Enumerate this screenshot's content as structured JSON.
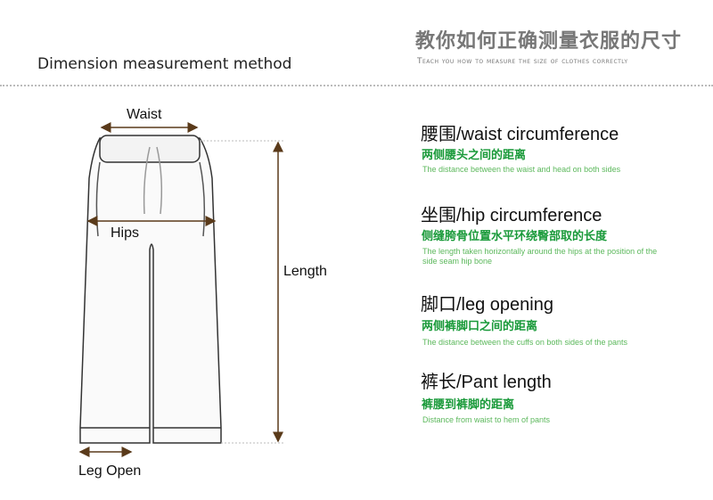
{
  "header": {
    "title": "Dimension measurement method",
    "cn_title": "教你如何正确测量衣服的尺寸",
    "en_title": "Teach you how to measure the size of clothes correctly"
  },
  "diagram_labels": {
    "waist": "Waist",
    "hips": "Hips",
    "length": "Length",
    "leg_open": "Leg Open"
  },
  "sections": [
    {
      "heading": "腰围/waist circumference",
      "cn": "两侧腰头之间的距离",
      "en": "The distance between the waist and head on both sides"
    },
    {
      "heading": "坐围/hip circumference",
      "cn": "侧缝胯骨位置水平环绕臀部取的长度",
      "en": "The length taken horizontally around the hips at the position of the side seam hip bone"
    },
    {
      "heading": "脚口/leg opening",
      "cn": "两侧裤脚口之间的距离",
      "en": "The distance between the cuffs on both sides of the pants"
    },
    {
      "heading": "裤长/Pant length",
      "cn": "裤腰到裤脚的距离",
      "en": "Distance from waist to hem of pants"
    }
  ],
  "colors": {
    "green": "#1a9a3a",
    "light_green": "#5cb85c",
    "arrow": "#5a3a1a"
  }
}
